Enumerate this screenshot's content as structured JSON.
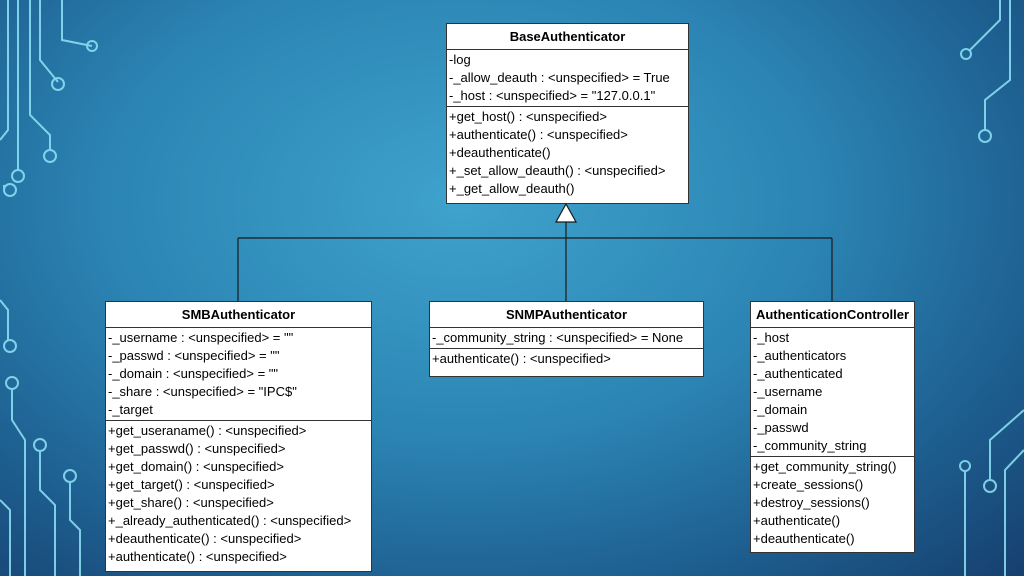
{
  "classes": {
    "base": {
      "name": "BaseAuthenticator",
      "attributes": [
        "-log",
        "-_allow_deauth : <unspecified> = True",
        "-_host : <unspecified> = \"127.0.0.1\""
      ],
      "methods": [
        "+get_host() : <unspecified>",
        "+authenticate() : <unspecified>",
        "+deauthenticate()",
        "+_set_allow_deauth() : <unspecified>",
        "+_get_allow_deauth()"
      ]
    },
    "smb": {
      "name": "SMBAuthenticator",
      "attributes": [
        "-_username : <unspecified> = \"\"",
        "-_passwd : <unspecified> = \"\"",
        "-_domain : <unspecified> = \"\"",
        "-_share : <unspecified> = \"IPC$\"",
        "-_target"
      ],
      "methods": [
        "+get_useraname() : <unspecified>",
        "+get_passwd() : <unspecified>",
        "+get_domain() : <unspecified>",
        "+get_target() : <unspecified>",
        "+get_share() : <unspecified>",
        "+_already_authenticated() : <unspecified>",
        "+deauthenticate() : <unspecified>",
        "+authenticate() : <unspecified>"
      ]
    },
    "snmp": {
      "name": "SNMPAuthenticator",
      "attributes": [
        "-_community_string : <unspecified> = None"
      ],
      "methods": [
        "+authenticate() : <unspecified>"
      ]
    },
    "controller": {
      "name": "AuthenticationController",
      "attributes": [
        "-_host",
        "-_authenticators",
        "-_authenticated",
        "-_username",
        "-_domain",
        "-_passwd",
        "-_community_string"
      ],
      "methods": [
        "+get_community_string()",
        "+create_sessions()",
        "+destroy_sessions()",
        "+authenticate()",
        "+deauthenticate()"
      ]
    }
  },
  "colors": {
    "line": "#1a1a1a",
    "circuit": "#8fe4f7"
  }
}
